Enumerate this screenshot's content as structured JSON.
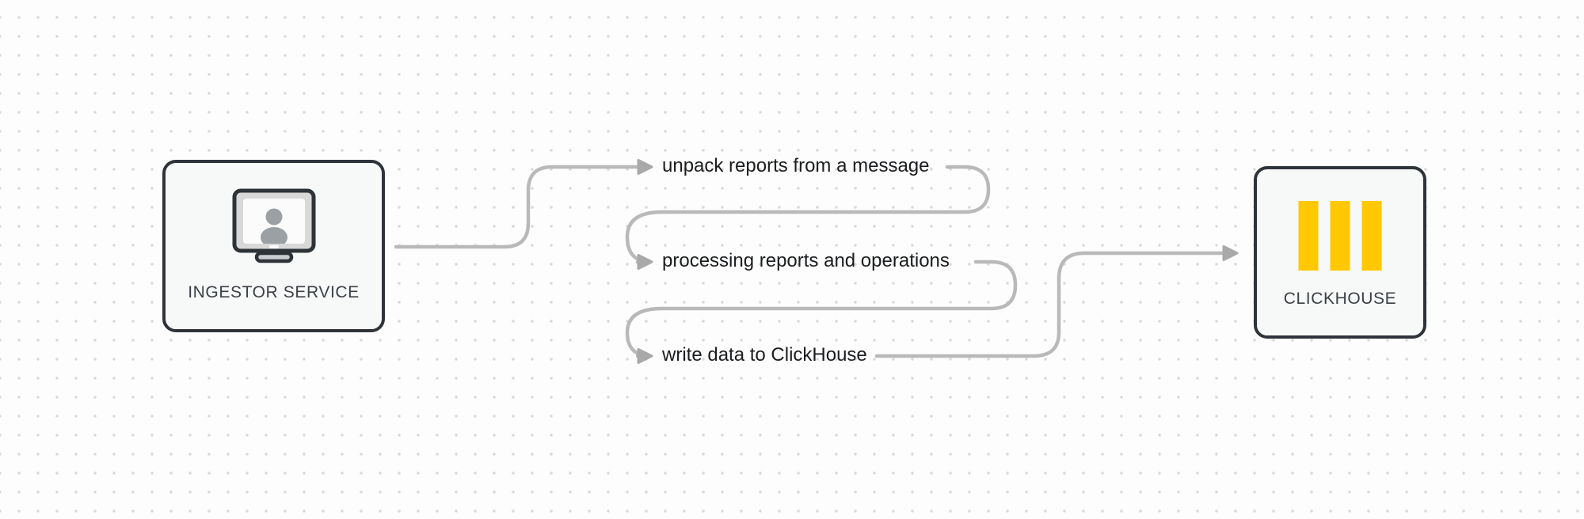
{
  "diagram": {
    "type": "flow-diagram",
    "nodes": {
      "ingestor": {
        "label": "INGESTOR SERVICE",
        "icon": "monitor-user-icon"
      },
      "clickhouse": {
        "label": "CLICKHOUSE",
        "icon": "clickhouse-bars-logo"
      }
    },
    "steps": [
      {
        "label": "unpack reports from a message"
      },
      {
        "label": "processing reports and operations"
      },
      {
        "label": "write data to ClickHouse"
      }
    ],
    "flow_order": "INGESTOR SERVICE → unpack reports from a message → processing reports and operations → write data to ClickHouse → CLICKHOUSE"
  },
  "colors": {
    "background": "#fdfdfd",
    "background_dots": "#d9d9d9",
    "node_border": "#2f343a",
    "node_fill": "#f7f8f8",
    "node_label_text": "#3c4147",
    "step_label_text": "#1b1d1f",
    "connector_line": "#b9b9b9",
    "arrowhead": "#a9a9a9",
    "clickhouse_yellow": "#ffc800"
  }
}
